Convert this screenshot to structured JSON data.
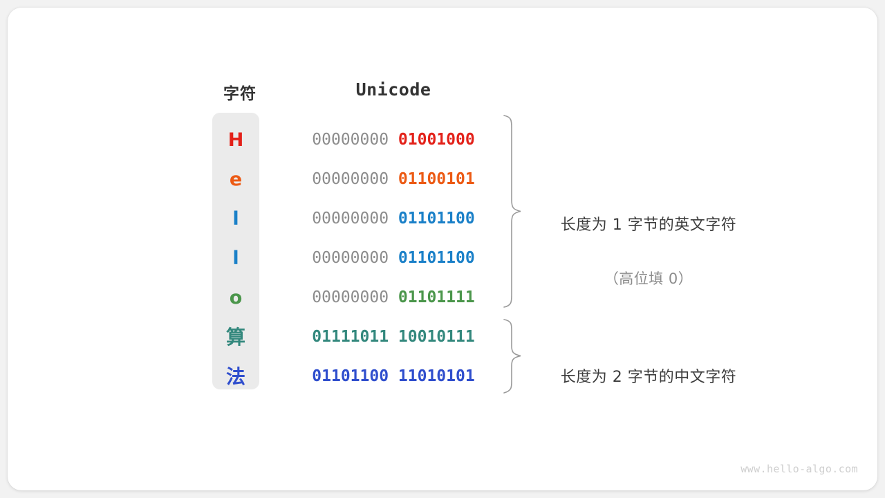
{
  "canvas": {
    "background_color": "#f2f2f2",
    "card_color": "#ffffff"
  },
  "headers": {
    "char_column": "字符",
    "unicode_column": "Unicode"
  },
  "char_column_background": "#ebebeb",
  "rows": [
    {
      "char": "H",
      "char_color": "#e32119",
      "high_byte": "00000000",
      "low_byte": "01001000",
      "high_byte_color": "#8c8c8c",
      "low_byte_color": "#e32119",
      "high_byte_bold": false,
      "group": "ascii"
    },
    {
      "char": "e",
      "char_color": "#ec5a14",
      "high_byte": "00000000",
      "low_byte": "01100101",
      "high_byte_color": "#8c8c8c",
      "low_byte_color": "#ec5a14",
      "high_byte_bold": false,
      "group": "ascii"
    },
    {
      "char": "l",
      "char_color": "#1a80c8",
      "high_byte": "00000000",
      "low_byte": "01101100",
      "high_byte_color": "#8c8c8c",
      "low_byte_color": "#1a80c8",
      "high_byte_bold": false,
      "group": "ascii"
    },
    {
      "char": "l",
      "char_color": "#1a80c8",
      "high_byte": "00000000",
      "low_byte": "01101100",
      "high_byte_color": "#8c8c8c",
      "low_byte_color": "#1a80c8",
      "high_byte_bold": false,
      "group": "ascii"
    },
    {
      "char": "o",
      "char_color": "#4b964b",
      "high_byte": "00000000",
      "low_byte": "01101111",
      "high_byte_color": "#8c8c8c",
      "low_byte_color": "#4b964b",
      "high_byte_bold": false,
      "group": "ascii"
    },
    {
      "char": "算",
      "char_color": "#33887d",
      "high_byte": "01111011",
      "low_byte": "10010111",
      "high_byte_color": "#33887d",
      "low_byte_color": "#33887d",
      "high_byte_bold": true,
      "group": "cjk"
    },
    {
      "char": "法",
      "char_color": "#2f4ecd",
      "high_byte": "01101100",
      "low_byte": "11010101",
      "high_byte_color": "#2f4ecd",
      "low_byte_color": "#2f4ecd",
      "high_byte_bold": true,
      "group": "cjk"
    }
  ],
  "annotations": [
    {
      "line1": "长度为 1 字节的英文字符",
      "line2": "（高位填 0）",
      "line1_color": "#3c3c3c",
      "line2_color": "#8c8c8c"
    },
    {
      "line1": "长度为 2 字节的中文字符",
      "line2": "",
      "line1_color": "#3c3c3c",
      "line2_color": "#8c8c8c"
    }
  ],
  "brace_color": "#9a9a9a",
  "watermark": "www.hello-algo.com"
}
